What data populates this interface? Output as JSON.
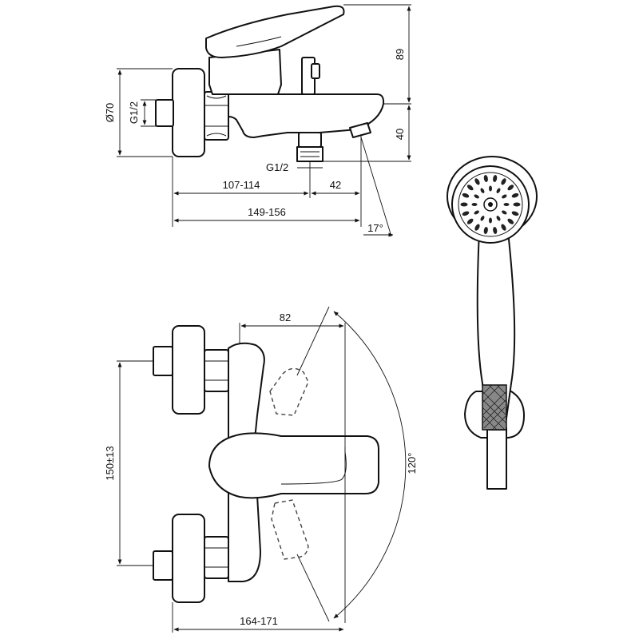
{
  "dimensions": {
    "diameter": "Ø70",
    "thread_inlet": "G1/2",
    "thread_outlet": "G1/2",
    "height_top": "89",
    "height_bottom": "40",
    "length_short": "107-114",
    "spout_offset": "42",
    "length_long": "149-156",
    "angle_spout": "17°",
    "handle_offset": "82",
    "center_distance": "150±13",
    "angle_handle": "120°",
    "length_total": "164-171"
  }
}
